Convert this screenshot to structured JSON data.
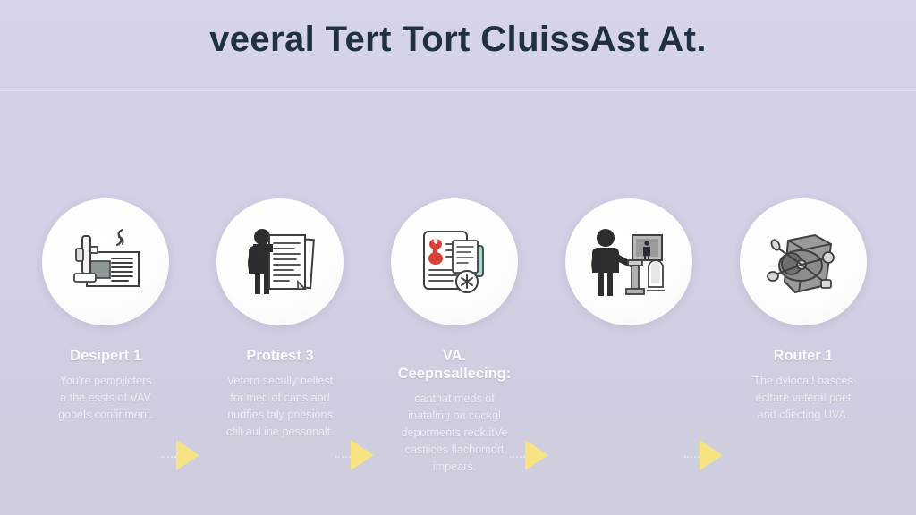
{
  "page": {
    "title": "veeral Tert Tort CluissAst At.",
    "background_color": "#d3d1e4",
    "title_color": "#1f3143",
    "arrow_color": "#f7e382",
    "bubble_color": "#ffffff"
  },
  "steps": [
    {
      "icon": "document-machine-icon",
      "heading": "Desipert 1",
      "heading_line2": "",
      "body_lines": [
        "You're pemplicters",
        "a the essts of VAV",
        "gobels confinment."
      ]
    },
    {
      "icon": "person-holding-documents-icon",
      "heading": "Protiest 3",
      "heading_line2": "",
      "body_lines": [
        "Vetern secully bellest",
        "for med of cans and",
        "nudfies taly priesions",
        "ctill aul ine pessonalt."
      ]
    },
    {
      "icon": "lab-report-documents-icon",
      "heading": "VA.",
      "heading_line2": "Ceepnsallecing:",
      "body_lines": [
        "canthat meds of",
        "inataling on cockgl",
        "deporments reok.itVe",
        "castlices flachomort",
        "impears."
      ]
    },
    {
      "icon": "person-presenting-podium-icon",
      "heading": "",
      "heading_line2": "",
      "body_lines": []
    },
    {
      "icon": "machinery-network-icon",
      "heading": "Router 1",
      "heading_line2": "",
      "body_lines": [
        "The dylocatl basces",
        "ecltare veteral poet",
        "and cfiecting UVA."
      ]
    }
  ],
  "arrows": [
    {
      "name": "arrow-step1-to-step2"
    },
    {
      "name": "arrow-step2-to-step3"
    },
    {
      "name": "arrow-step3-to-step4"
    },
    {
      "name": "arrow-step4-to-step5"
    }
  ]
}
